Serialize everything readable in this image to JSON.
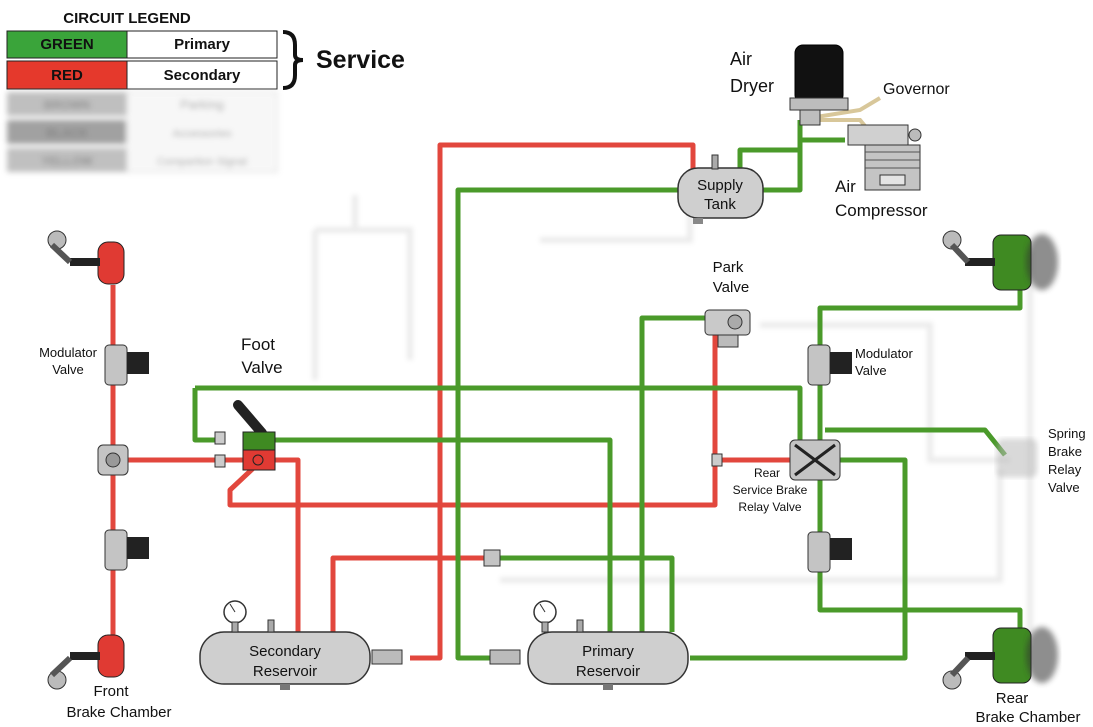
{
  "legend": {
    "title": "CIRCUIT LEGEND",
    "rows": [
      {
        "color_name": "GREEN",
        "circuit": "Primary",
        "swatch": "#3aa43a"
      },
      {
        "color_name": "RED",
        "circuit": "Secondary",
        "swatch": "#e5392c"
      },
      {
        "color_name": "BROWN",
        "circuit": "Parking",
        "swatch": "#8b8b8b"
      },
      {
        "color_name": "BLACK",
        "circuit": "Accessories",
        "swatch": "#555555"
      },
      {
        "color_name": "YELLOW",
        "circuit": "Compartion Signal",
        "swatch": "#8d8d8d"
      }
    ],
    "group_label": "Service"
  },
  "colors": {
    "primary_line": "#4a9a2a",
    "secondary_line": "#e2473d",
    "chamber_green": "#3f8a22",
    "chamber_red": "#e03a33",
    "component_gray": "#c8c8c8",
    "component_stroke": "#333333",
    "governor_line": "#d8c79a"
  },
  "labels": {
    "air_dryer": [
      "Air",
      "Dryer"
    ],
    "governor": "Governor",
    "air_compressor": [
      "Air",
      "Compressor"
    ],
    "supply_tank": [
      "Supply",
      "Tank"
    ],
    "park_valve": [
      "Park",
      "Valve"
    ],
    "foot_valve": [
      "Foot",
      "Valve"
    ],
    "modulator_valve_left": [
      "Modulator",
      "Valve"
    ],
    "modulator_valve_right": [
      "Modulator",
      "Valve"
    ],
    "spring_brake_relay_valve": [
      "Spring",
      "Brake",
      "Relay",
      "Valve"
    ],
    "rear_service_brake_relay_valve": [
      "Rear",
      "Service Brake",
      "Relay Valve"
    ],
    "secondary_reservoir": [
      "Secondary",
      "Reservoir"
    ],
    "primary_reservoir": [
      "Primary",
      "Reservoir"
    ],
    "front_brake_chamber": [
      "Front",
      "Brake Chamber"
    ],
    "rear_brake_chamber": [
      "Rear",
      "Brake Chamber"
    ]
  }
}
